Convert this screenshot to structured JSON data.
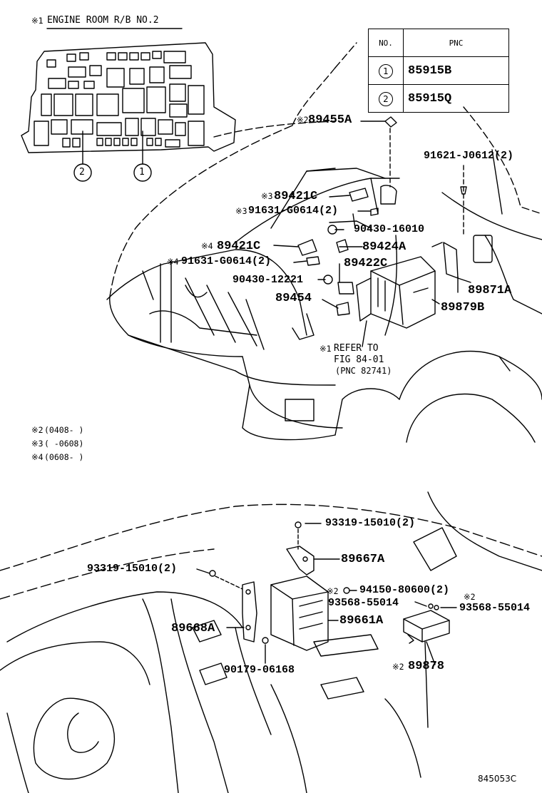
{
  "relay_box_title": "ENGINE ROOM R/B NO.2",
  "relay_box_mark": "※1",
  "box_callouts": [
    "2",
    "1"
  ],
  "table": {
    "headers": [
      "NO.",
      "PNC"
    ],
    "rows": [
      {
        "no": "1",
        "pnc": "85915B"
      },
      {
        "no": "2",
        "pnc": "85915Q"
      }
    ]
  },
  "top_labels": {
    "l89455a": {
      "mark": "※2",
      "text": "89455A"
    },
    "l91621": {
      "mark": "",
      "text": "91621-J0612(2)"
    },
    "l89421c_a": {
      "mark": "※3",
      "text": "89421C"
    },
    "l91631_a": {
      "mark": "※3",
      "text": "91631-G0614(2)"
    },
    "l90430_16010": {
      "mark": "",
      "text": "90430-16010"
    },
    "l89421c_b": {
      "mark": "※4",
      "text": "89421C"
    },
    "l89424a": {
      "mark": "",
      "text": "89424A"
    },
    "l91631_b": {
      "mark": "※4",
      "text": "91631-G0614(2)"
    },
    "l89422c": {
      "mark": "",
      "text": "89422C"
    },
    "l90430_12221": {
      "mark": "",
      "text": "90430-12221"
    },
    "l89454": {
      "mark": "",
      "text": "89454"
    },
    "l89871a": {
      "mark": "",
      "text": "89871A"
    },
    "l89879b": {
      "mark": "",
      "text": "89879B"
    }
  },
  "refer": {
    "mark": "※1",
    "line1": "REFER TO",
    "line2": "FIG 84-01",
    "line3": "(PNC 82741)"
  },
  "notes": [
    {
      "mark": "※2",
      "text": "(0408-      )"
    },
    {
      "mark": "※3",
      "text": "(      -0608)"
    },
    {
      "mark": "※4",
      "text": "(0608-      )"
    }
  ],
  "bottom_labels": {
    "l93319_a": {
      "mark": "",
      "text": "93319-15010(2)"
    },
    "l89667a": {
      "mark": "",
      "text": "89667A"
    },
    "l93319_b": {
      "mark": "",
      "text": "93319-15010(2)"
    },
    "l94150": {
      "mark": "※2",
      "text": "94150-80600(2)"
    },
    "l93568_a": {
      "mark": "",
      "text": "93568-55014"
    },
    "l93568_b": {
      "mark": "※2",
      "text": "93568-55014"
    },
    "l89668a": {
      "mark": "",
      "text": "89668A"
    },
    "l89661a": {
      "mark": "",
      "text": "89661A"
    },
    "l90179": {
      "mark": "",
      "text": "90179-06168"
    },
    "l89878": {
      "mark": "※2",
      "text": "89878"
    }
  },
  "figure_id": "845053C"
}
